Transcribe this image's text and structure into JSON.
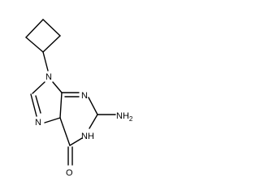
{
  "molecule": {
    "atoms": {
      "n9": "N",
      "n7": "N",
      "n3": "N",
      "n1": "NH",
      "nh2_main": "NH",
      "nh2_sub": "2",
      "o6": "O"
    }
  }
}
